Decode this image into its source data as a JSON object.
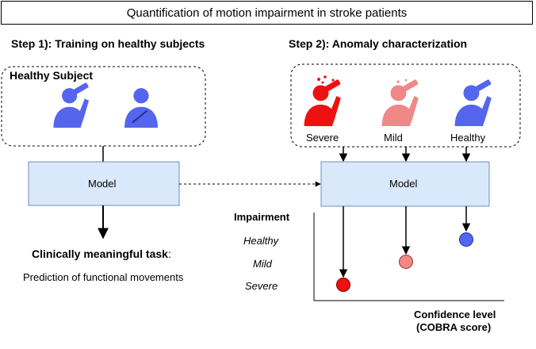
{
  "title": "Quantification of motion impairment in stroke patients",
  "step1": {
    "heading": "Step 1): Training on healthy subjects",
    "group_label": "Healthy Subject",
    "model_label": "Model",
    "task_title": "Clinically meaningful task",
    "task_colon": ":",
    "task_desc": "Prediction of functional movements"
  },
  "step2": {
    "heading": "Step 2): Anomaly characterization",
    "figures": [
      {
        "label": "Severe",
        "color": "#ee1111"
      },
      {
        "label": "Mild",
        "color": "#f08888"
      },
      {
        "label": "Healthy",
        "color": "#5566ee"
      }
    ],
    "model_label": "Model"
  },
  "chart": {
    "y_title": "Impairment",
    "y_levels": [
      "Healthy",
      "Mild",
      "Severe"
    ],
    "x_title_line1": "Confidence level",
    "x_title_line2": "(COBRA score)"
  },
  "colors": {
    "box_fill": "#dae8fc",
    "box_stroke": "#6c8ebf",
    "healthy": "#5566ee",
    "mild": "#f08888",
    "severe": "#ee1111"
  },
  "icons": [
    "person-drinking-icon",
    "person-hand-on-chest-icon"
  ]
}
